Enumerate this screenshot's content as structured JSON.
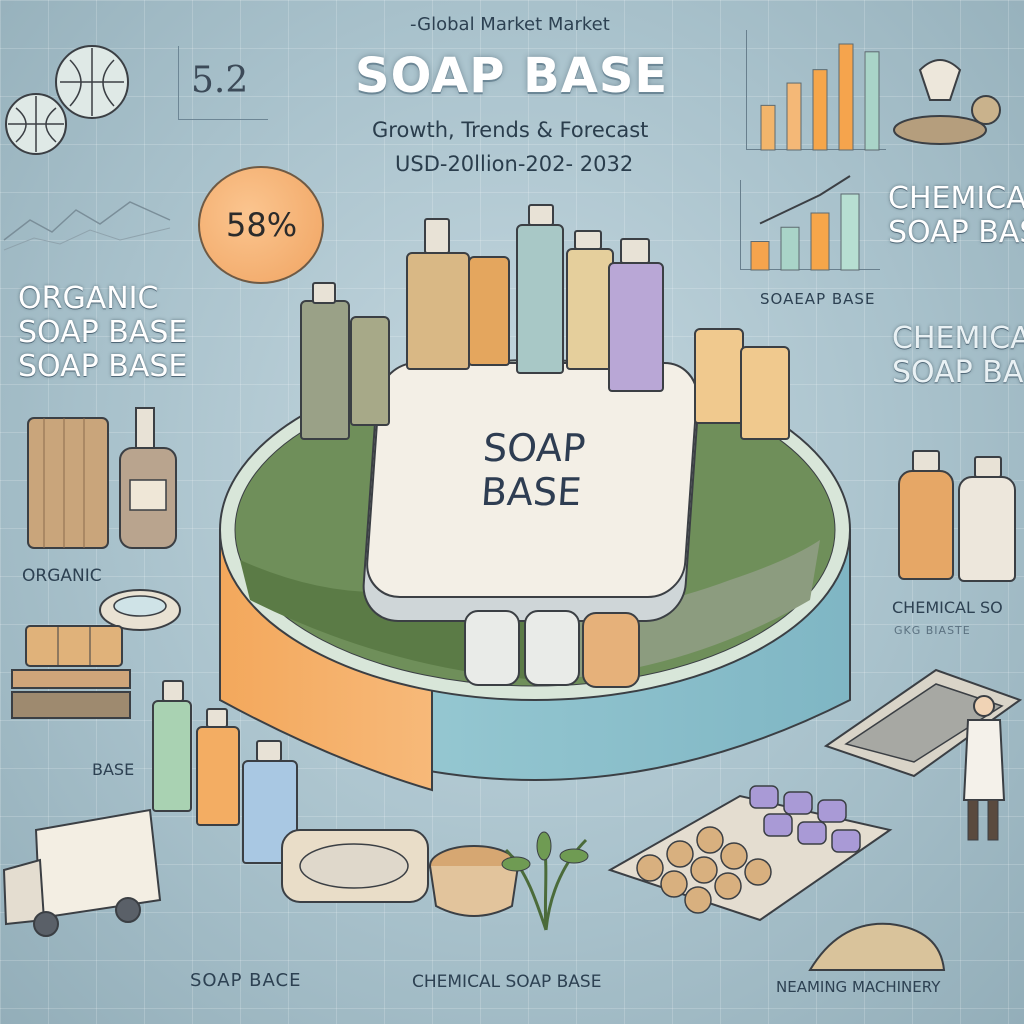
{
  "header": {
    "kicker": "-Global Market Market",
    "title": "SOAP BASE",
    "subtitle": "Growth, Trends & Forecast",
    "range": "USD-20llion-202- 2032"
  },
  "stats": {
    "value_left": "5.2",
    "percent_badge": "58%"
  },
  "labels": {
    "organic_block": [
      "ORGANIC",
      "SOAP BASE",
      "SOAP BASE"
    ],
    "organic_small": "ORGANIC",
    "base_small": "BASE",
    "chemical_top": [
      "CHEMICAL",
      "SOAP BAS"
    ],
    "chemical_mid": [
      "CHEMICAL",
      "SOAP BAS"
    ],
    "soap_base_mid": "SOAЕAP BASE",
    "chemical_side": "CHEMICAL SO",
    "chemical_side2": "GKG BIASTE",
    "center_soap": [
      "SOAP",
      "BASE"
    ],
    "bottom_left": "SOAP BACE",
    "bottom_center": "CHEMICAL SOAP BASE",
    "bottom_right": "NEAMING MACHINERY"
  },
  "chart_data": [
    {
      "type": "bar",
      "values": [
        40,
        60,
        72,
        95,
        88
      ],
      "colors": [
        "#f2b56b",
        "#f4b877",
        "#f6a64a",
        "#f5a44d",
        "#a9d4c8"
      ]
    },
    {
      "type": "bar",
      "values": [
        30,
        45,
        60,
        80
      ],
      "colors": [
        "#f5a44d",
        "#a9d4c8",
        "#f6a64a",
        "#b7dfd2"
      ]
    }
  ],
  "colors": {
    "orange": "#f5a44d",
    "teal": "#9fd2d2",
    "cream": "#f3eee3",
    "outline": "#3b3f44"
  }
}
